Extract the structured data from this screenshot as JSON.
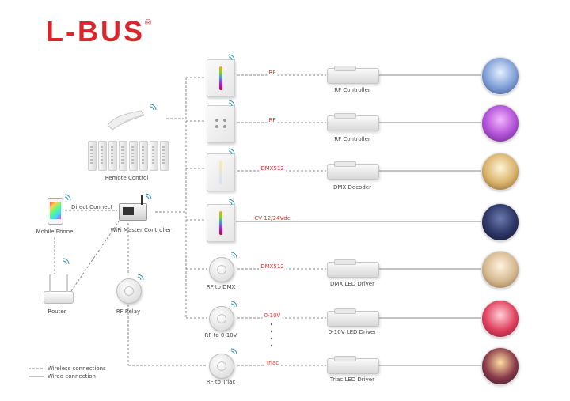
{
  "brand": {
    "logo_text": "L-BUS",
    "registered_mark": "®",
    "accent_color": "#d9262d"
  },
  "colors": {
    "signal": "#e0302a",
    "wire": "#8a8a8a"
  },
  "left_devices": {
    "remote_control": "Remote Control",
    "mobile_phone": "Mobile Phone",
    "direct_connect": "Direct Connect",
    "wifi_master": "WiFi Master Controller",
    "router": "Router",
    "rf_relay": "RF Relay"
  },
  "rows": [
    {
      "source": "",
      "signal": "RF",
      "receiver": "RF Controller",
      "scene": "scene-living-room"
    },
    {
      "source": "",
      "signal": "RF",
      "receiver": "RF Controller",
      "scene": "scene-purple-bedroom"
    },
    {
      "source": "",
      "signal": "DMX512",
      "receiver": "DMX Decoder",
      "scene": "scene-ceiling-lights"
    },
    {
      "source": "",
      "signal": "CV 12/24Vdc",
      "receiver": "",
      "scene": "scene-theater"
    },
    {
      "source": "RF to DMX",
      "signal": "DMX512",
      "receiver": "DMX LED Driver",
      "scene": "scene-lounge"
    },
    {
      "source": "RF to 0-10V",
      "signal": "0-10V",
      "receiver": "0-10V LED Driver",
      "scene": "scene-red-room"
    },
    {
      "source": "RF to Triac",
      "signal": "Triac",
      "receiver": "Triac LED Driver",
      "scene": "scene-bar"
    }
  ],
  "legend": {
    "wireless": "Wireless connections",
    "wired": "Wired connection"
  }
}
